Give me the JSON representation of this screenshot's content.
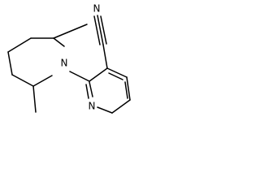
{
  "molecule": {
    "atoms": {
      "nitrile_n": "N",
      "piperidine_n": "N",
      "pyridine_n": "N"
    }
  }
}
